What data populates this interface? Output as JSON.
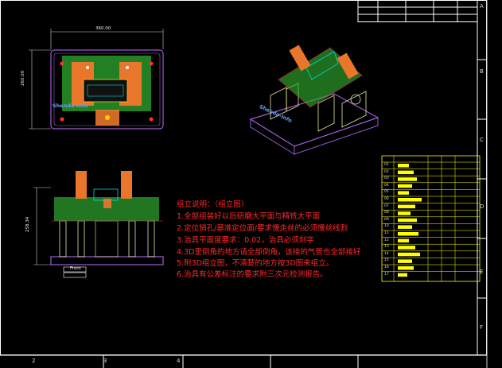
{
  "drawing": {
    "zones_right": [
      "A",
      "B",
      "C",
      "D",
      "E",
      "F"
    ],
    "zones_bottom": [
      "2",
      "3",
      "4"
    ],
    "notes": {
      "title": "组立说明：（组立图）",
      "items": [
        "1.全部组装好以后研磨大平面与精铣大平面",
        "2.定位销孔/基准定位面/要求慢走丝的必须慢丝线割",
        "3.治具平面度要求：0.02，治具必须刻字",
        "4.3D里倒角的地方请全部倒角，该接的气管也全部接好",
        "5.附3D组立图，不清楚的地方按3D图来组立。",
        "6.治具有公差标注的要求附三次元检测报告。"
      ]
    },
    "dims": {
      "top_width": "360.00",
      "top_height": "260.00",
      "front_height": "258.34"
    },
    "brand_text": "Shenda-Info",
    "front_label": "Front"
  },
  "bom": {
    "row_numbers": [
      "01",
      "02",
      "03",
      "04",
      "05",
      "06",
      "07",
      "08",
      "09",
      "10",
      "11",
      "12",
      "13",
      "14",
      "15",
      "16",
      "17"
    ]
  },
  "colors": {
    "background": "#000000",
    "frame": "#ffffff",
    "notes": "#ff2a2a",
    "bom_fill": "#ffff00",
    "base_plate": "#9b59d0",
    "pcb_green": "#2faa2f",
    "clamp_orange": "#e9762b",
    "columns": "#e8e8a0"
  }
}
